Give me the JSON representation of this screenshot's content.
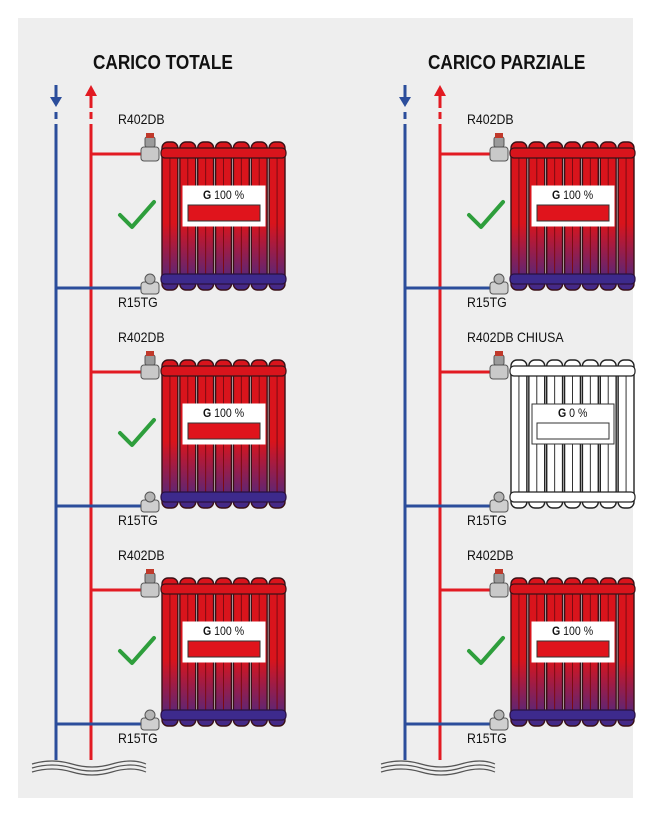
{
  "colors": {
    "background": "#eeeeee",
    "supply_pipe": "#e21a22",
    "return_pipe": "#2b4d9b",
    "radiator_hot": "#d9141c",
    "radiator_cool": "#3d2a8c",
    "check": "#2e9e3c",
    "flow_bar": "#e0141c"
  },
  "panels": [
    {
      "title": "CARICO TOTALE",
      "radiators": [
        {
          "valve_top": "R402DB",
          "valve_bottom": "R15TG",
          "flow_label": "G",
          "flow_value": "100 %",
          "flow": 1.0,
          "active": true,
          "checked": true
        },
        {
          "valve_top": "R402DB",
          "valve_bottom": "R15TG",
          "flow_label": "G",
          "flow_value": "100 %",
          "flow": 1.0,
          "active": true,
          "checked": true
        },
        {
          "valve_top": "R402DB",
          "valve_bottom": "R15TG",
          "flow_label": "G",
          "flow_value": "100 %",
          "flow": 1.0,
          "active": true,
          "checked": true
        }
      ]
    },
    {
      "title": "CARICO PARZIALE",
      "radiators": [
        {
          "valve_top": "R402DB",
          "valve_bottom": "R15TG",
          "flow_label": "G",
          "flow_value": "100 %",
          "flow": 1.0,
          "active": true,
          "checked": true
        },
        {
          "valve_top": "R402DB CHIUSA",
          "valve_bottom": "R15TG",
          "flow_label": "G",
          "flow_value": "0 %",
          "flow": 0.0,
          "active": false,
          "checked": false
        },
        {
          "valve_top": "R402DB",
          "valve_bottom": "R15TG",
          "flow_label": "G",
          "flow_value": "100 %",
          "flow": 1.0,
          "active": true,
          "checked": true
        }
      ]
    }
  ]
}
